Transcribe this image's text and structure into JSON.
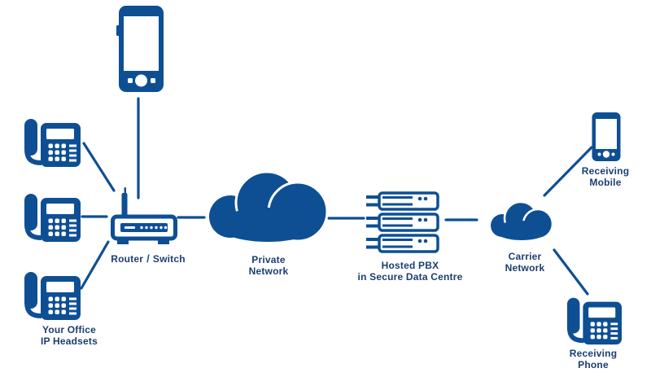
{
  "colors": {
    "icon_blue": "#0E4F94",
    "text_navy": "#1B3E70"
  },
  "nodes": {
    "office_phones": {
      "label": [
        "Your Office",
        "IP Headsets"
      ]
    },
    "router": {
      "label_left": "Router",
      "slash": "/",
      "label_right": "Switch"
    },
    "private_network": {
      "label": [
        "Private",
        "Network"
      ]
    },
    "hosted_pbx": {
      "label": [
        "Hosted PBX",
        "in Secure Data Centre"
      ]
    },
    "carrier_network": {
      "label": [
        "Carrier",
        "Network"
      ]
    },
    "receiving_mobile": {
      "label": [
        "Receiving",
        "Mobile"
      ]
    },
    "receiving_phone": {
      "label": [
        "Receiving",
        "Phone"
      ]
    }
  }
}
